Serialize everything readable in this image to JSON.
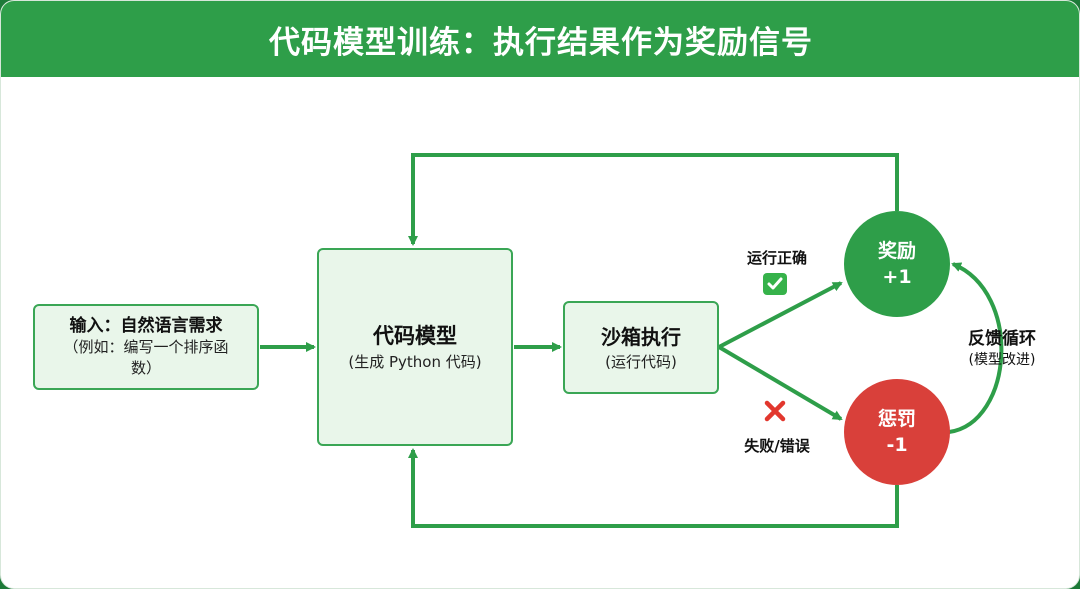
{
  "title": "代码模型训练：执行结果作为奖励信号",
  "nodes": {
    "input": {
      "title": "输入：自然语言需求",
      "sub_line1": "（例如：编写一个排序函",
      "sub_line2": "数）"
    },
    "model": {
      "title": "代码模型",
      "sub": "(生成 Python 代码)"
    },
    "sandbox": {
      "title": "沙箱执行",
      "sub": "(运行代码)"
    },
    "reward": {
      "title": "奖励",
      "value": "+1"
    },
    "penalty": {
      "title": "惩罚",
      "value": "-1"
    }
  },
  "edge_labels": {
    "success": "运行正确",
    "failure": "失败/错误",
    "feedback_title": "反馈循环",
    "feedback_sub": "(模型改进)"
  },
  "icons": {
    "success": "check-mark-icon",
    "failure": "cross-mark-icon"
  },
  "colors": {
    "primary_green": "#2e9e49",
    "box_fill": "#e9f6ea",
    "penalty_red": "#d9403a"
  }
}
